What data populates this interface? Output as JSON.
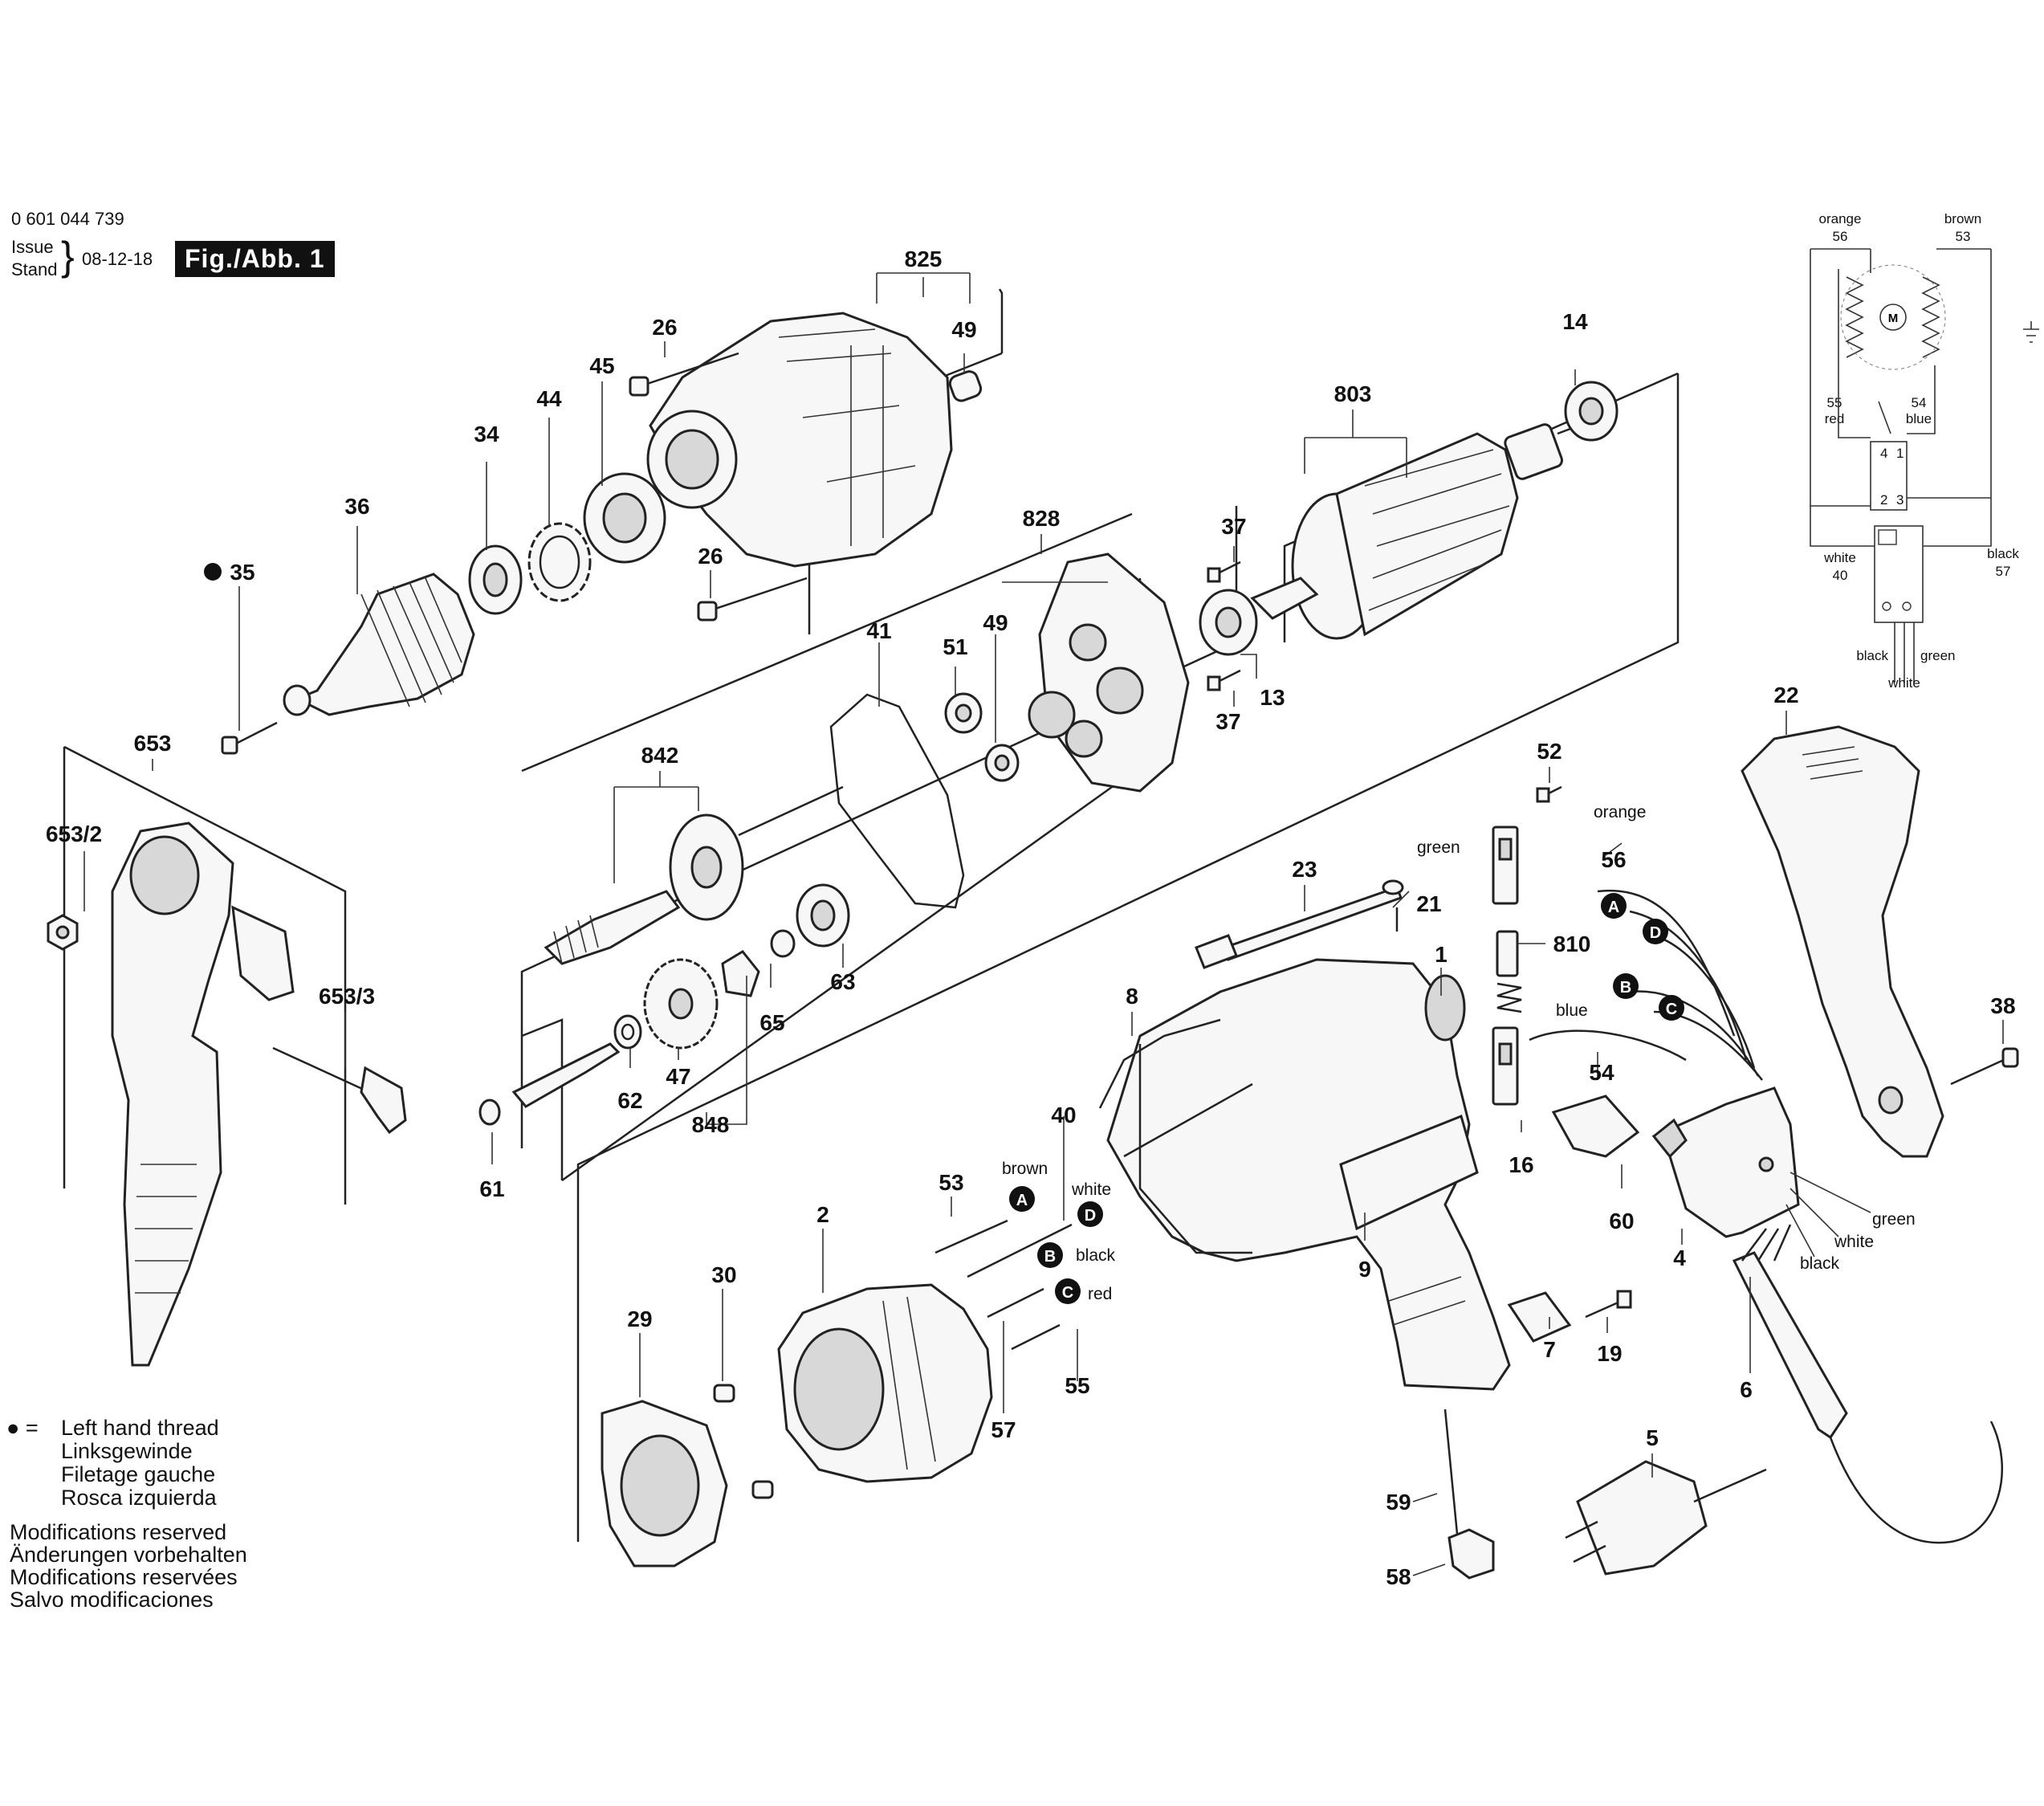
{
  "header": {
    "part_number": "0 601 044 739",
    "issue_label": "Issue",
    "stand_label": "Stand",
    "date": "08-12-18",
    "figure_label": "Fig./Abb. 1"
  },
  "legend": {
    "symbol": "●",
    "equals": "=",
    "lines": [
      "Left hand thread",
      "Linksgewinde",
      "Filetage gauche",
      "Rosca izquierda"
    ]
  },
  "modifications": [
    "Modifications reserved",
    "Änderungen vorbehalten",
    "Modifications reservées",
    "Salvo modificaciones"
  ],
  "part_labels": {
    "p825": "825",
    "p49a": "49",
    "p26a": "26",
    "p45": "45",
    "p44": "44",
    "p34": "34",
    "p36": "36",
    "p35": "35",
    "p26b": "26",
    "p14": "14",
    "p803": "803",
    "p37a": "37",
    "p13": "13",
    "p37b": "37",
    "p828": "828",
    "p49b": "49",
    "p51": "51",
    "p41": "41",
    "p842": "842",
    "p653": "653",
    "p653_2": "653/2",
    "p653_3": "653/3",
    "p63": "63",
    "p65": "65",
    "p47": "47",
    "p62": "62",
    "p848": "848",
    "p61": "61",
    "p22": "22",
    "p52": "52",
    "p56": "56",
    "p23": "23",
    "p21": "21",
    "p810": "810",
    "p1": "1",
    "p8": "8",
    "p38": "38",
    "p54": "54",
    "p16": "16",
    "p60": "60",
    "p4": "4",
    "p9": "9",
    "p40": "40",
    "p53": "53",
    "p2": "2",
    "p30": "30",
    "p29": "29",
    "p57": "57",
    "p55": "55",
    "p7": "7",
    "p19": "19",
    "p6": "6",
    "p5": "5",
    "p59": "59",
    "p58": "58"
  },
  "connectors": {
    "A": "A",
    "B": "B",
    "C": "C",
    "D": "D"
  },
  "wire_labels": {
    "green_top": "green",
    "orange": "orange",
    "blue": "blue",
    "brown": "brown",
    "white": "white",
    "black": "black",
    "red": "red",
    "green_sw": "green",
    "white_sw": "white",
    "black_sw": "black"
  },
  "schematic": {
    "orange": "orange",
    "n56": "56",
    "brown": "brown",
    "n53": "53",
    "motor": "M",
    "n55": "55",
    "red": "red",
    "n54": "54",
    "blue": "blue",
    "t4": "4",
    "t1": "1",
    "t2": "2",
    "t3": "3",
    "white": "white",
    "n40": "40",
    "black": "black",
    "n57": "57",
    "bottom_black": "black",
    "bottom_green": "green",
    "bottom_white": "white"
  }
}
